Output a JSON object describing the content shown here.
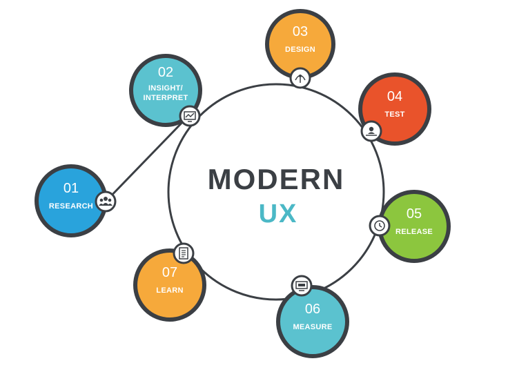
{
  "center": {
    "line1": "MODERN",
    "line2": "UX"
  },
  "colors": {
    "ring": "#3b3f44",
    "title_dark": "#3b3f44",
    "title_accent": "#4bb8c6",
    "research": "#29a3dc",
    "insight": "#5bc2cf",
    "design": "#f6a93b",
    "test": "#e9532b",
    "release": "#8cc63e",
    "measure": "#5bc2cf",
    "learn": "#f6a93b"
  },
  "steps": [
    {
      "id": "research",
      "number": "01",
      "label_lines": [
        "RESEARCH"
      ],
      "icon": "people-icon"
    },
    {
      "id": "insight",
      "number": "02",
      "label_lines": [
        "INSIGHT/",
        "INTERPRET"
      ],
      "icon": "chart-icon"
    },
    {
      "id": "design",
      "number": "03",
      "label_lines": [
        "DESIGN"
      ],
      "icon": "pen-tool-icon"
    },
    {
      "id": "test",
      "number": "04",
      "label_lines": [
        "TEST"
      ],
      "icon": "user-test-icon"
    },
    {
      "id": "release",
      "number": "05",
      "label_lines": [
        "RELEASE"
      ],
      "icon": "clock-icon"
    },
    {
      "id": "measure",
      "number": "06",
      "label_lines": [
        "MEASURE"
      ],
      "icon": "monitor-icon"
    },
    {
      "id": "learn",
      "number": "07",
      "label_lines": [
        "LEARN"
      ],
      "icon": "document-icon"
    }
  ]
}
